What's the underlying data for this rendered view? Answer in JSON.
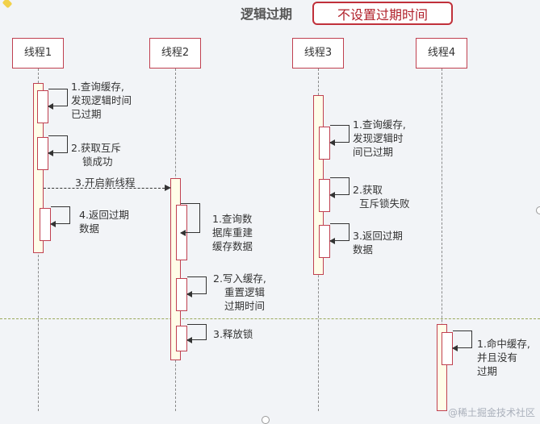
{
  "diagram": {
    "title": "逻辑过期",
    "note": "不设置过期时间",
    "participants": [
      "线程1",
      "线程2",
      "线程3",
      "线程4"
    ],
    "thread1": {
      "step1": [
        "1.查询缓存,",
        "发现逻辑时间",
        "已过期"
      ],
      "step2": [
        "2.获取互斥",
        "锁成功"
      ],
      "message": "3.开启新线程",
      "step4": [
        "4.返回过期",
        "数据"
      ]
    },
    "thread2": {
      "step1": [
        "1.查询数",
        "据库重建",
        "缓存数据"
      ],
      "step2": [
        "2.写入缓存,",
        "重置逻辑",
        "过期时间"
      ],
      "step3": "3.释放锁"
    },
    "thread3": {
      "step1": [
        "1.查询缓存,",
        "发现逻辑时",
        "间已过期"
      ],
      "step2": [
        "2.获取",
        "互斥锁失败"
      ],
      "step3": [
        "3.返回过期",
        "数据"
      ]
    },
    "thread4": {
      "step1": [
        "1.命中缓存,",
        "并且没有",
        "过期"
      ]
    }
  },
  "watermark": "@稀土掘金技术社区"
}
